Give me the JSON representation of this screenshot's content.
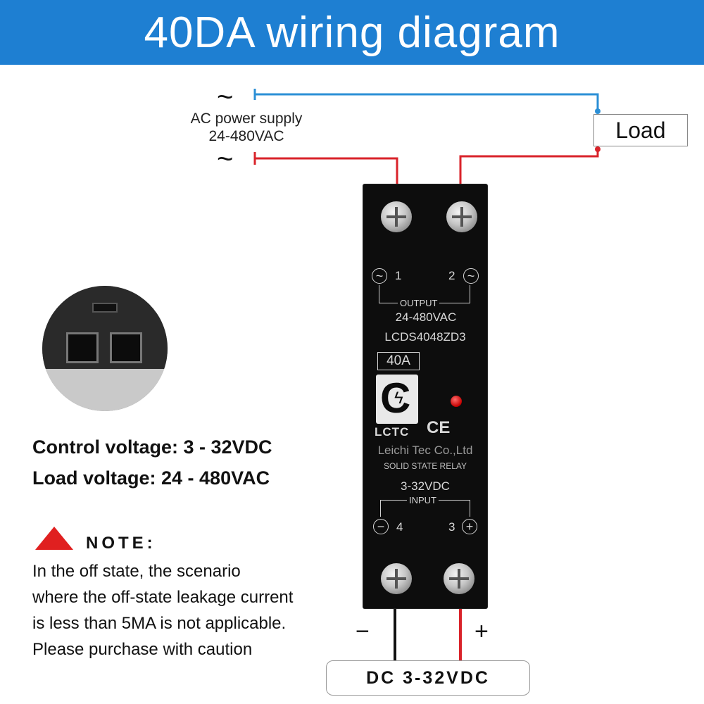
{
  "header": {
    "title": "40DA wiring diagram"
  },
  "supply": {
    "tilde": "~",
    "label_line1": "AC power supply",
    "label_line2": "24-480VAC"
  },
  "load": {
    "label": "Load"
  },
  "relay": {
    "terminal_1": "1",
    "terminal_2": "2",
    "terminal_3": "3",
    "terminal_4": "4",
    "output_label": "OUTPUT",
    "output_voltage": "24-480VAC",
    "model": "LCDS4048ZD3",
    "rating": "40A",
    "logo_text": "LCTC",
    "ce_mark": "CE",
    "company": "Leichi Tec Co.,Ltd",
    "product": "SOLID STATE RELAY",
    "input_voltage": "3-32VDC",
    "input_label": "INPUT",
    "ac_symbol": "~",
    "minus_symbol": "−",
    "plus_symbol": "+"
  },
  "specs": {
    "control": "Control voltage: 3 - 32VDC",
    "load": "Load voltage: 24 - 480VAC"
  },
  "note": {
    "title": "NOTE:",
    "line1": "In the off state, the scenario",
    "line2": "where the off-state leakage current",
    "line3": "is less than 5MA is not applicable.",
    "line4": "Please purchase with caution"
  },
  "dc": {
    "minus": "−",
    "plus": "+",
    "label": "DC 3-32VDC"
  },
  "colors": {
    "header": "#1e7fd2",
    "wire_blue": "#2b8fd6",
    "wire_red": "#d9232a",
    "wire_black": "#111111",
    "warning": "#e02020"
  }
}
